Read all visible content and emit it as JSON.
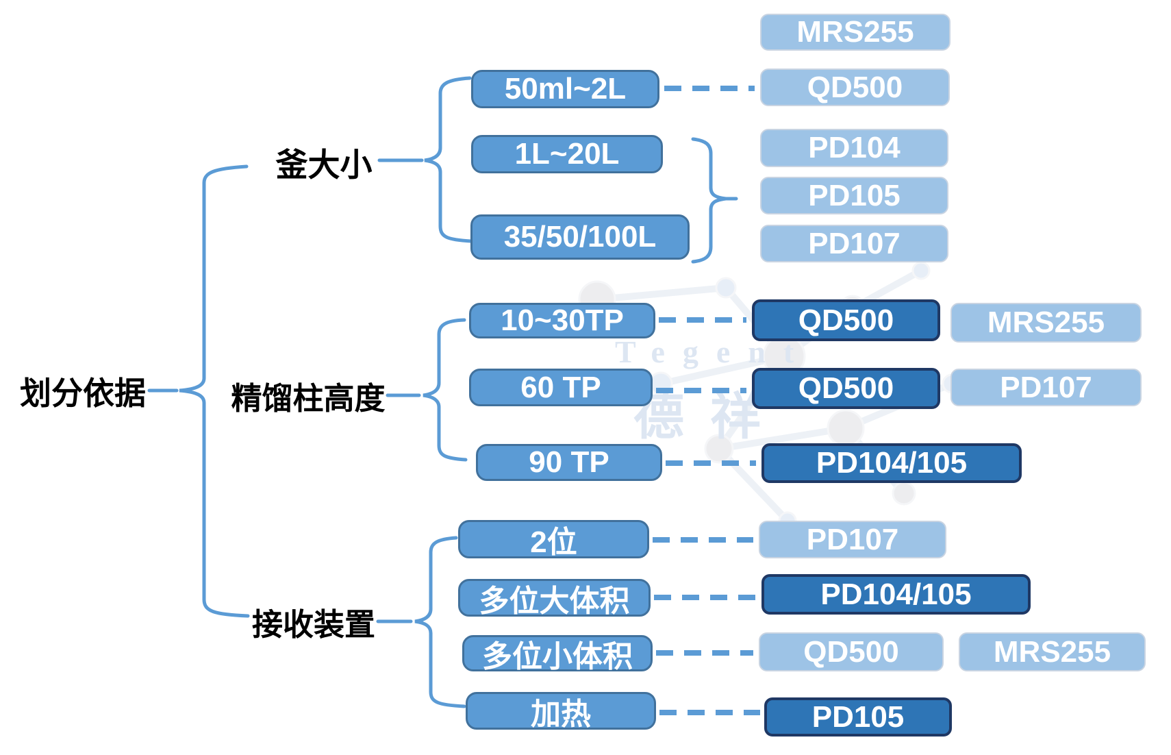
{
  "diagram": {
    "root": {
      "label": "划分依据"
    },
    "branches": [
      {
        "label": "釜大小",
        "children": [
          {
            "label": "50ml~2L"
          },
          {
            "label": "1L~20L"
          },
          {
            "label": "35/50/100L"
          }
        ],
        "targets": [
          {
            "label": "MRS255",
            "style": "light"
          },
          {
            "label": "QD500",
            "style": "light"
          },
          {
            "label": "PD104",
            "style": "light"
          },
          {
            "label": "PD105",
            "style": "light"
          },
          {
            "label": "PD107",
            "style": "light"
          }
        ]
      },
      {
        "label": "精馏柱高度",
        "children": [
          {
            "label": "10~30TP"
          },
          {
            "label": "60 TP"
          },
          {
            "label": "90 TP"
          }
        ],
        "targets": [
          {
            "primary": "QD500",
            "primary_style": "dark",
            "secondary": "MRS255",
            "secondary_style": "light"
          },
          {
            "primary": "QD500",
            "primary_style": "dark",
            "secondary": "PD107",
            "secondary_style": "light"
          },
          {
            "primary": "PD104/105",
            "primary_style": "dark"
          }
        ]
      },
      {
        "label": "接收装置",
        "children": [
          {
            "label": "2位"
          },
          {
            "label": "多位大体积"
          },
          {
            "label": "多位小体积"
          },
          {
            "label": "加热"
          }
        ],
        "targets": [
          {
            "primary": "PD107",
            "primary_style": "light"
          },
          {
            "primary": "PD104/105",
            "primary_style": "dark"
          },
          {
            "primary": "QD500",
            "primary_style": "light",
            "secondary": "MRS255",
            "secondary_style": "light"
          },
          {
            "primary": "PD105",
            "primary_style": "dark"
          }
        ]
      }
    ],
    "watermark": {
      "brand": "Tegent",
      "brand_cjk": "德祥"
    },
    "colors": {
      "node_fill": "#5B9BD5",
      "node_border": "#41719C",
      "highlight_fill": "#2E75B6",
      "highlight_border": "#1F3864",
      "light_fill": "#9DC3E6",
      "light_border": "#C9D4E2",
      "connector": "#5B9BD5",
      "label_color": "#000000",
      "watermark_color": "#DDE6F2"
    }
  }
}
